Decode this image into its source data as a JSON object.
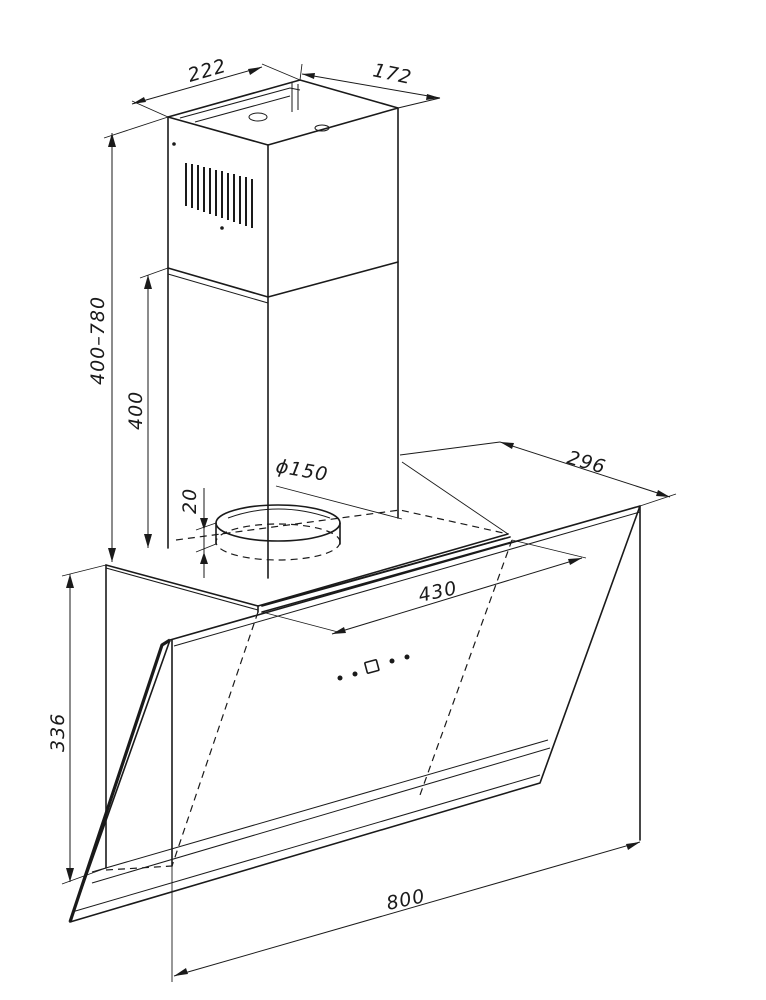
{
  "drawing": {
    "dimensions": {
      "chimney_width": "222",
      "chimney_depth": "172",
      "chimney_height_range": "400–780",
      "lower_chimney_height": "400",
      "duct_diameter": "ϕ150",
      "collar_height": "20",
      "hood_depth": "296",
      "panel_depth": "430",
      "hood_height": "336",
      "hood_width": "800"
    }
  }
}
